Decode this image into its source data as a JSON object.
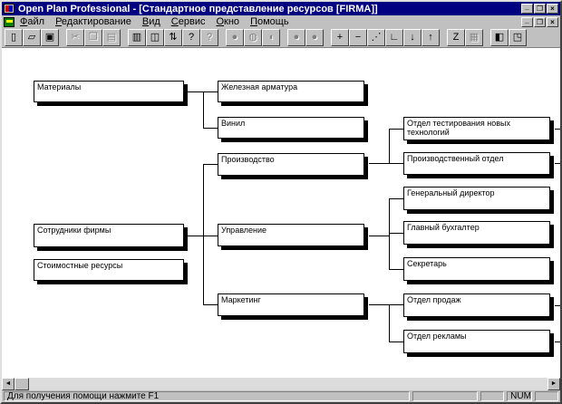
{
  "window": {
    "title": "Open Plan Professional - [Стандартное представление ресурсов [FIRMA]]",
    "titlebar_color": "#000080",
    "minimize_glyph": "_",
    "restore_glyph": "❐",
    "close_glyph": "×",
    "app_icon": "open-plan-app-icon",
    "document_icon": "resource-view-document-icon"
  },
  "menu": {
    "items": [
      "Файл",
      "Редактирование",
      "Вид",
      "Сервис",
      "Окно",
      "Помощь"
    ]
  },
  "toolbar": {
    "buttons": [
      {
        "name": "new",
        "glyph": "▯",
        "enabled": true,
        "gap_before": false
      },
      {
        "name": "open",
        "glyph": "▱",
        "enabled": true,
        "gap_before": false
      },
      {
        "name": "save",
        "glyph": "▣",
        "enabled": true,
        "gap_before": false
      },
      {
        "name": "cut",
        "glyph": "✂",
        "enabled": false,
        "gap_before": true
      },
      {
        "name": "copy",
        "glyph": "❐",
        "enabled": false,
        "gap_before": false
      },
      {
        "name": "paste",
        "glyph": "▤",
        "enabled": false,
        "gap_before": false
      },
      {
        "name": "print",
        "glyph": "▥",
        "enabled": true,
        "gap_before": true
      },
      {
        "name": "print-preview",
        "glyph": "◫",
        "enabled": true,
        "gap_before": false
      },
      {
        "name": "import-export",
        "glyph": "⇅",
        "enabled": true,
        "gap_before": false
      },
      {
        "name": "help",
        "glyph": "?",
        "enabled": true,
        "gap_before": false
      },
      {
        "name": "context-help",
        "glyph": "?",
        "enabled": false,
        "gap_before": false
      },
      {
        "name": "resource-tool-1",
        "glyph": "●",
        "enabled": false,
        "gap_before": true
      },
      {
        "name": "resource-tool-2",
        "glyph": "◍",
        "enabled": false,
        "gap_before": false
      },
      {
        "name": "resource-tool-3",
        "glyph": "◖",
        "enabled": false,
        "gap_before": false
      },
      {
        "name": "resource-tool-4",
        "glyph": "●",
        "enabled": false,
        "gap_before": true
      },
      {
        "name": "resource-tool-5",
        "glyph": "●",
        "enabled": false,
        "gap_before": false
      },
      {
        "name": "add-node",
        "glyph": "+",
        "enabled": true,
        "gap_before": true
      },
      {
        "name": "remove-node",
        "glyph": "−",
        "enabled": true,
        "gap_before": false
      },
      {
        "name": "link-nodes",
        "glyph": "⋰",
        "enabled": true,
        "gap_before": false
      },
      {
        "name": "hierarchy-steps",
        "glyph": "∟",
        "enabled": true,
        "gap_before": false
      },
      {
        "name": "move-down",
        "glyph": "↓",
        "enabled": true,
        "gap_before": false
      },
      {
        "name": "move-up",
        "glyph": "↑",
        "enabled": true,
        "gap_before": false
      },
      {
        "name": "zoom-z",
        "glyph": "Z",
        "enabled": true,
        "gap_before": true
      },
      {
        "name": "notes",
        "glyph": "▦",
        "enabled": false,
        "gap_before": false
      },
      {
        "name": "window-split",
        "glyph": "◧",
        "enabled": true,
        "gap_before": true
      },
      {
        "name": "window-arrange",
        "glyph": "◳",
        "enabled": true,
        "gap_before": false
      }
    ]
  },
  "diagram": {
    "nodes": [
      {
        "id": "materials",
        "label": "Материалы",
        "children": [
          "iron-fittings",
          "vinyl"
        ]
      },
      {
        "id": "employees",
        "label": "Сотрудники фирмы",
        "children": [
          "production",
          "management",
          "marketing"
        ]
      },
      {
        "id": "cost-resources",
        "label": "Стоимостные ресурсы",
        "children": []
      },
      {
        "id": "iron-fittings",
        "label": "Железная арматура",
        "children": []
      },
      {
        "id": "vinyl",
        "label": "Винил",
        "children": []
      },
      {
        "id": "production",
        "label": "Производство",
        "children": [
          "new-tech-testing-dept",
          "production-dept"
        ]
      },
      {
        "id": "management",
        "label": "Управление",
        "children": [
          "general-director",
          "chief-accountant",
          "secretary"
        ]
      },
      {
        "id": "marketing",
        "label": "Маркетинг",
        "children": [
          "sales-dept",
          "advertising-dept"
        ]
      },
      {
        "id": "new-tech-testing-dept",
        "label": "Отдел тестирования новых технологий",
        "children_offscreen": true
      },
      {
        "id": "production-dept",
        "label": "Производственный отдел",
        "children_offscreen": true
      },
      {
        "id": "general-director",
        "label": "Генеральный директор",
        "children": []
      },
      {
        "id": "chief-accountant",
        "label": "Главный бухгалтер",
        "children": []
      },
      {
        "id": "secretary",
        "label": "Секретарь",
        "children": []
      },
      {
        "id": "sales-dept",
        "label": "Отдел продаж",
        "children_offscreen": true
      },
      {
        "id": "advertising-dept",
        "label": "Отдел рекламы",
        "children_offscreen": true
      }
    ]
  },
  "scrollbar": {
    "left_arrow": "◄",
    "right_arrow": "►"
  },
  "statusbar": {
    "help_text": "Для получения помощи нажмите F1",
    "num_indicator": "NUM"
  }
}
